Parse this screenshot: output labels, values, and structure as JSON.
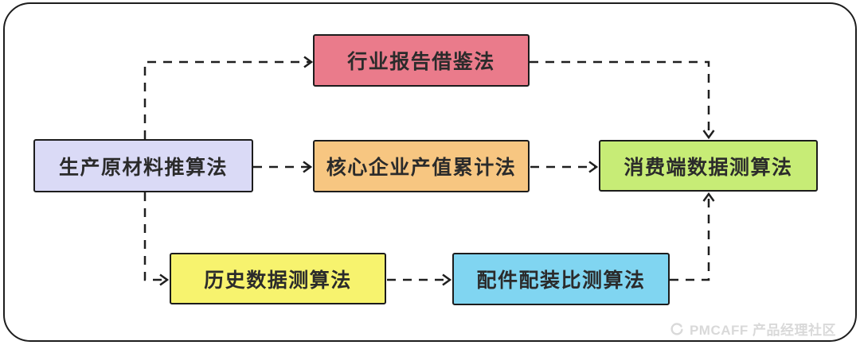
{
  "diagram": {
    "nodes": {
      "industry_report": {
        "label": "行业报告借鉴法",
        "fill": "#ea7b8b"
      },
      "raw_material": {
        "label": "生产原材料推算法",
        "fill": "#dadaf6"
      },
      "core_enterprise": {
        "label": "核心企业产值累计法",
        "fill": "#f7c681"
      },
      "consumer_data": {
        "label": "消费端数据测算法",
        "fill": "#c7ec76"
      },
      "historical_data": {
        "label": "历史数据测算法",
        "fill": "#f7f36e"
      },
      "parts_ratio": {
        "label": "配件配装比测算法",
        "fill": "#80d5f1"
      }
    },
    "edges": [
      {
        "from": "raw_material",
        "to": "industry_report",
        "style": "dashed"
      },
      {
        "from": "industry_report",
        "to": "consumer_data",
        "style": "dashed"
      },
      {
        "from": "raw_material",
        "to": "core_enterprise",
        "style": "dashed"
      },
      {
        "from": "core_enterprise",
        "to": "consumer_data",
        "style": "dashed"
      },
      {
        "from": "raw_material",
        "to": "historical_data",
        "style": "dashed"
      },
      {
        "from": "historical_data",
        "to": "parts_ratio",
        "style": "dashed"
      },
      {
        "from": "parts_ratio",
        "to": "consumer_data",
        "style": "dashed"
      }
    ],
    "stroke_color": "#1f1f1f",
    "text_color": "#2b2b2b"
  },
  "watermark": {
    "text": "PMCAFF 产品经理社区",
    "color": "#d9d9d9"
  }
}
